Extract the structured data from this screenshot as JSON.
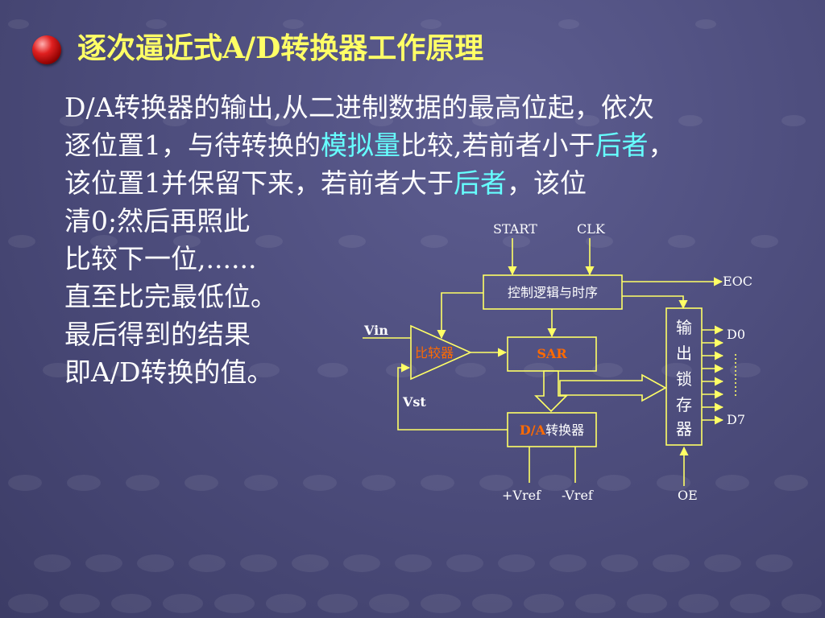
{
  "slide": {
    "title": "逐次逼近式A/D转换器工作原理",
    "paragraph": {
      "l1": "D/A转换器的输出,从二进制数据的最高位起，依次",
      "l2_a": "逐位置1，与待转换的",
      "l2_b": "模拟量",
      "l2_c": "比较,若前者小于",
      "l2_d": "后者",
      "l2_e": "，",
      "l3_a": "该位置1并保留下来，若前者大于",
      "l3_b": "后者",
      "l3_c": "，该位",
      "l4": "清0;然后再照此",
      "l5": "比较下一位,......",
      "l6": "直至比完最低位。",
      "l7": "最后得到的结果",
      "l8": "即A/D转换的值。"
    }
  },
  "diagram": {
    "start": "START",
    "clk": "CLK",
    "eoc": "EOC",
    "control": "控制逻辑与时序",
    "vin": "Vin",
    "comparator": "比较器",
    "sar": "SAR",
    "output_latch": [
      "输",
      "出",
      "锁",
      "存",
      "器"
    ],
    "d0": "D0",
    "d7": "D7",
    "vst": "Vst",
    "dac_prefix": "D/A",
    "dac_suffix": "转换器",
    "vref_pos": "+Vref",
    "vref_neg": "-Vref",
    "oe": "OE"
  },
  "colors": {
    "title": "#ffff66",
    "text": "#ffffff",
    "highlight": "#66ffff",
    "wire": "#ffff66",
    "orange": "#ff6a00"
  }
}
